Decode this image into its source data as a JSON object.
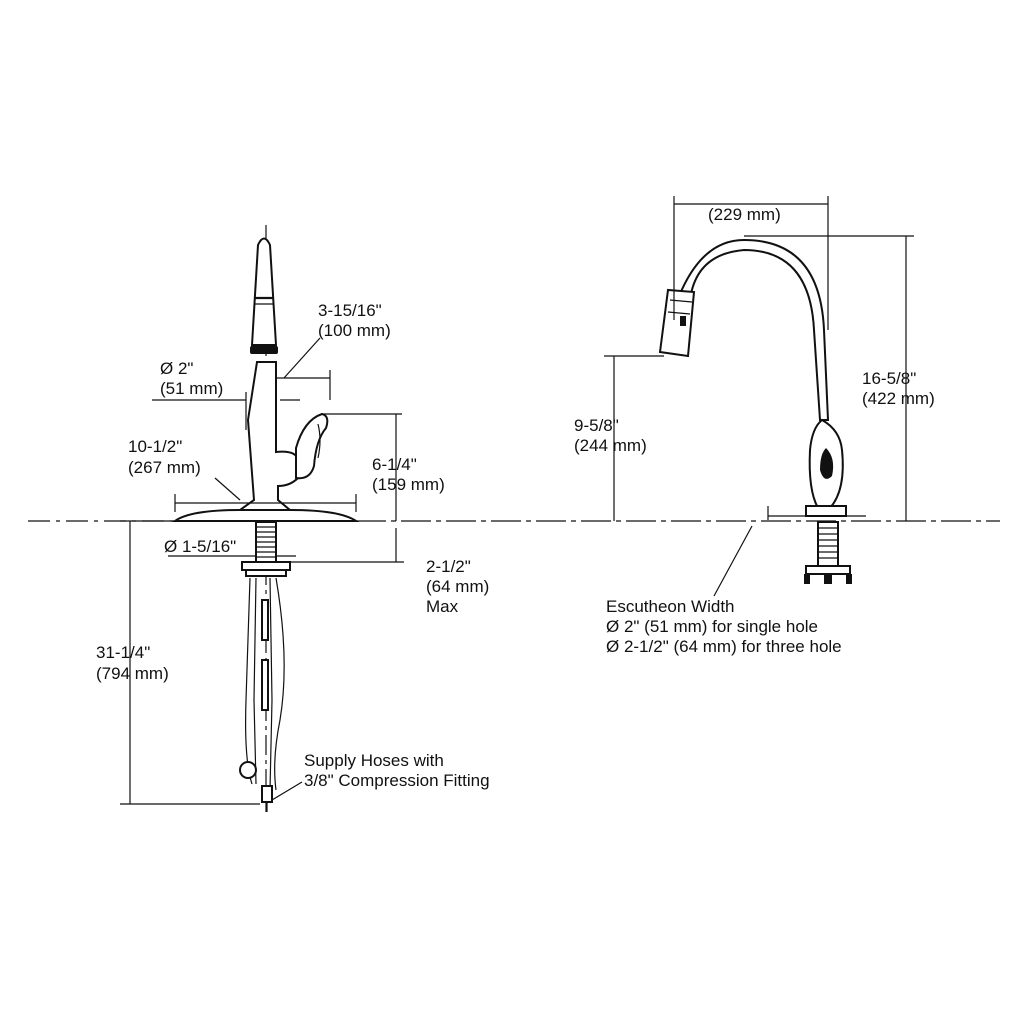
{
  "left_view": {
    "spray_head_projection": {
      "in": "3-15/16\"",
      "mm": "(100 mm)"
    },
    "spout_diameter": {
      "in": "Ø 2\"",
      "mm": "(51 mm)"
    },
    "overall_width": {
      "in": "10-1/2\"",
      "mm": "(267 mm)"
    },
    "handle_height": {
      "in": "6-1/4\"",
      "mm": "(159 mm)"
    },
    "shank_diameter": {
      "in": "Ø 1-5/16\""
    },
    "deck_thickness": {
      "in": "2-1/2\"",
      "mm": "(64 mm)",
      "note": "Max"
    },
    "hose_length": {
      "in": "31-1/4\"",
      "mm": "(794 mm)"
    },
    "supply_note": {
      "line1": "Supply Hoses with",
      "line2": "3/8\" Compression Fitting"
    }
  },
  "right_view": {
    "spout_reach": {
      "mm": "(229 mm)"
    },
    "overall_height": {
      "in": "16-5/8\"",
      "mm": "(422 mm)"
    },
    "spout_clearance": {
      "in": "9-5/8\"",
      "mm": "(244 mm)"
    },
    "escutcheon": {
      "title": "Escutheon Width",
      "line1": "Ø 2\" (51 mm) for single hole",
      "line2": "Ø 2-1/2\" (64 mm) for three hole"
    }
  }
}
